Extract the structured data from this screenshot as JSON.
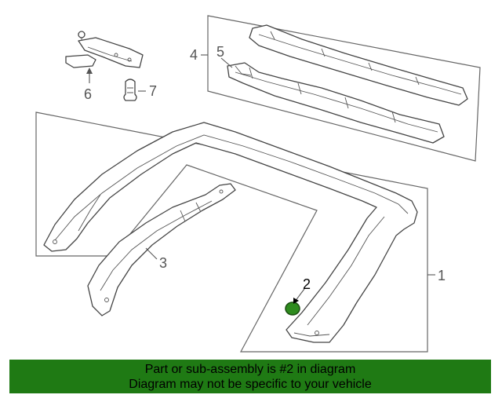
{
  "callouts": {
    "c1": "1",
    "c2": "2",
    "c3": "3",
    "c4": "4",
    "c5": "5",
    "c6": "6",
    "c7": "7"
  },
  "highlight": {
    "part_number": "2",
    "color": "#2e8b1e"
  },
  "banner": {
    "line1": "Part or sub-assembly is #2 in diagram",
    "line2": "Diagram may not be specific to your vehicle",
    "background": "#1f7a14"
  }
}
